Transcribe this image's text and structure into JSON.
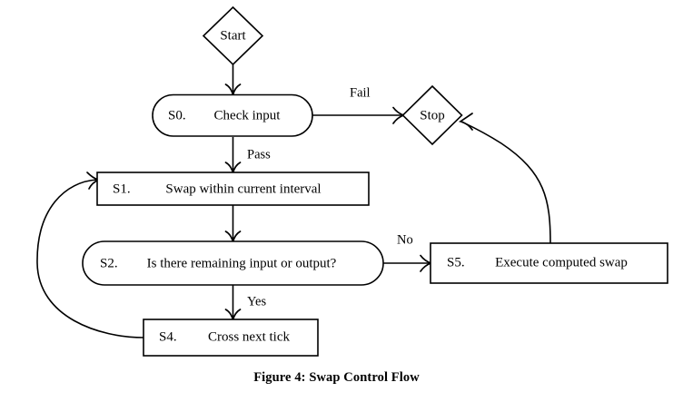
{
  "figure": {
    "caption": "Figure 4: Swap Control Flow",
    "background_color": "#ffffff",
    "line_color": "#000000"
  },
  "diagram": {
    "type": "flowchart",
    "nodes": [
      {
        "id": "start",
        "shape": "diamond",
        "state": "",
        "label": "Start"
      },
      {
        "id": "s0",
        "shape": "stadium",
        "state": "S0.",
        "label": "Check input"
      },
      {
        "id": "stop",
        "shape": "diamond",
        "state": "",
        "label": "Stop"
      },
      {
        "id": "s1",
        "shape": "rectangle",
        "state": "S1.",
        "label": "Swap within current interval"
      },
      {
        "id": "s2",
        "shape": "stadium",
        "state": "S2.",
        "label": "Is there remaining input or output?"
      },
      {
        "id": "s5",
        "shape": "rectangle",
        "state": "S5.",
        "label": "Execute computed swap"
      },
      {
        "id": "s4",
        "shape": "rectangle",
        "state": "S4.",
        "label": "Cross next tick"
      }
    ],
    "edges": [
      {
        "from": "start",
        "to": "s0",
        "label": ""
      },
      {
        "from": "s0",
        "to": "stop",
        "label": "Fail"
      },
      {
        "from": "s0",
        "to": "s1",
        "label": "Pass"
      },
      {
        "from": "s1",
        "to": "s2",
        "label": ""
      },
      {
        "from": "s2",
        "to": "s5",
        "label": "No"
      },
      {
        "from": "s2",
        "to": "s4",
        "label": "Yes"
      },
      {
        "from": "s4",
        "to": "s1",
        "label": ""
      },
      {
        "from": "s5",
        "to": "stop",
        "label": ""
      }
    ]
  }
}
